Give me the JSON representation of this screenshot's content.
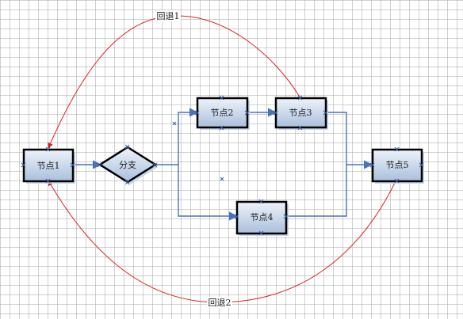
{
  "nodes": {
    "n1": {
      "label": "节点1"
    },
    "branch": {
      "label": "分支"
    },
    "n2": {
      "label": "节点2"
    },
    "n3": {
      "label": "节点3"
    },
    "n4": {
      "label": "节点4"
    },
    "n5": {
      "label": "节点5"
    }
  },
  "edges": {
    "back1": {
      "label": "回退1"
    },
    "back2": {
      "label": "回退2"
    }
  },
  "colors": {
    "flow_edge": "#4a72b8",
    "back_edge": "#e02020",
    "node_fill_top": "#eef3fa",
    "node_fill_bottom": "#a9bfdc",
    "node_border": "#000000"
  }
}
